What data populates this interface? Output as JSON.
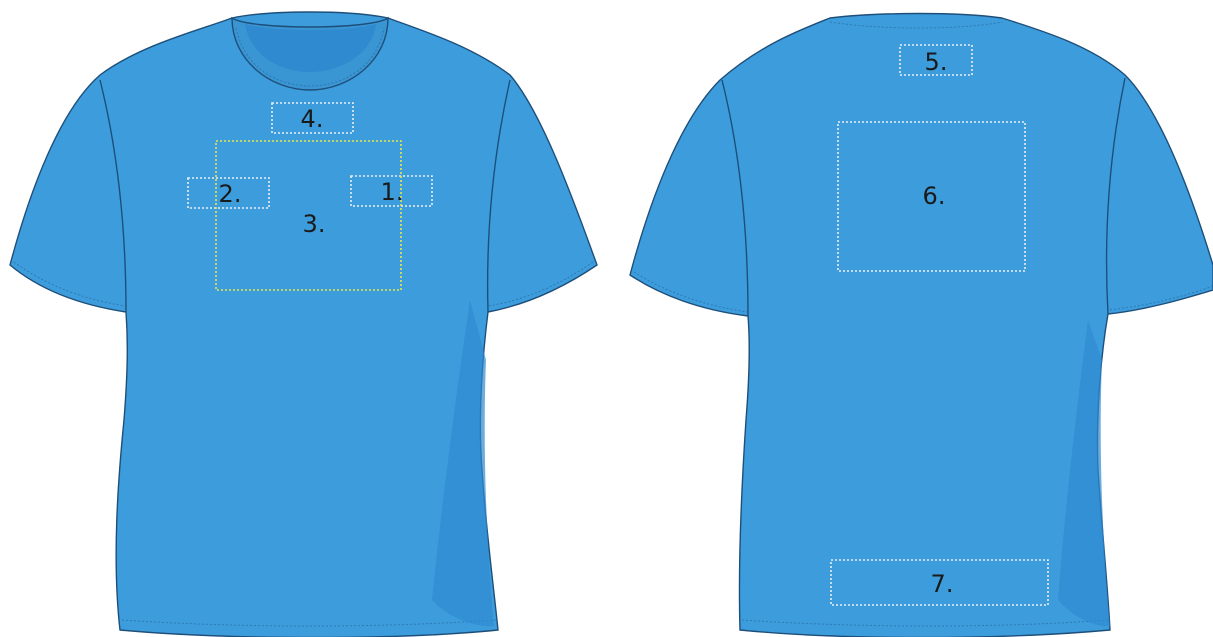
{
  "colors": {
    "shirt": "#3d9ddc",
    "shirt_shade": "#2f8ad0",
    "zone_outline": "#e8eef5",
    "zone_highlight": "#e6e64a"
  },
  "zones": [
    {
      "id": "1",
      "label": "1.",
      "view": "front",
      "highlighted": false
    },
    {
      "id": "2",
      "label": "2.",
      "view": "front",
      "highlighted": false
    },
    {
      "id": "3",
      "label": "3.",
      "view": "front",
      "highlighted": true
    },
    {
      "id": "4",
      "label": "4.",
      "view": "front",
      "highlighted": false
    },
    {
      "id": "5",
      "label": "5.",
      "view": "back",
      "highlighted": false
    },
    {
      "id": "6",
      "label": "6.",
      "view": "back",
      "highlighted": false
    },
    {
      "id": "7",
      "label": "7.",
      "view": "back",
      "highlighted": false
    }
  ]
}
